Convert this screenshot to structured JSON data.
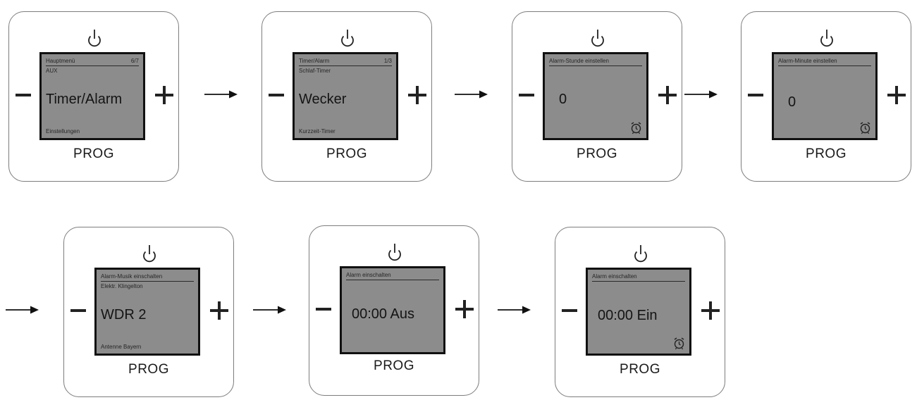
{
  "devices": [
    {
      "header_left": "Hauptmenü",
      "header_right": "6/7",
      "sub": "AUX",
      "main": "Timer/Alarm",
      "footer": "Einstellungen",
      "prog": "PROG",
      "has_alarm_icon": false
    },
    {
      "header_left": "Timer/Alarm",
      "header_right": "1/3",
      "sub": "Schlaf-Timer",
      "main": "Wecker",
      "footer": "Kurzzeit-Timer",
      "prog": "PROG",
      "has_alarm_icon": false
    },
    {
      "header_left": "Alarm-Stunde einstellen",
      "header_right": "",
      "sub": "",
      "main": "0",
      "footer": "",
      "prog": "PROG",
      "has_alarm_icon": true
    },
    {
      "header_left": "Alarm-Minute einstellen",
      "header_right": "",
      "sub": "",
      "main": "0",
      "footer": "",
      "prog": "PROG",
      "has_alarm_icon": true
    },
    {
      "header_left": "Alarm-Musik einschalten",
      "header_right": "",
      "sub": "Elektr. Klingelton",
      "main": "WDR 2",
      "footer": "Antenne Bayern",
      "prog": "PROG",
      "has_alarm_icon": false
    },
    {
      "header_left": "Alarm einschalten",
      "header_right": "",
      "sub": "",
      "main": "00:00 Aus",
      "footer": "",
      "prog": "PROG",
      "has_alarm_icon": false
    },
    {
      "header_left": "Alarm einschalten",
      "header_right": "",
      "sub": "",
      "main": "00:00 Ein",
      "footer": "",
      "prog": "PROG",
      "has_alarm_icon": true
    }
  ],
  "icons": {
    "power": "power-icon",
    "minus": "minus-icon",
    "plus": "plus-icon",
    "alarm": "alarm-clock-icon",
    "arrow": "arrow-right-icon"
  },
  "colors": {
    "screen": "#8c8c8c",
    "border": "#7d7d7d",
    "ink": "#1a1a1a"
  }
}
